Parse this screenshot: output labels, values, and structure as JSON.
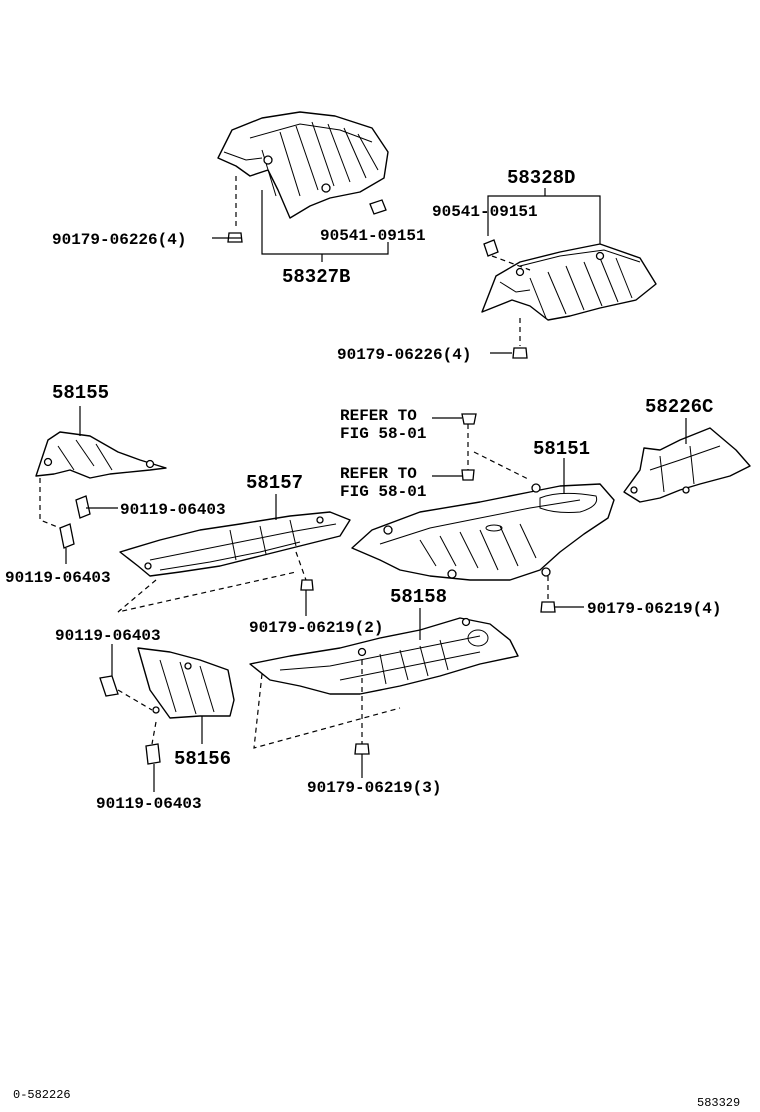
{
  "labels": {
    "p58327b": "58327B",
    "p58328d": "58328D",
    "p58155": "58155",
    "p58157": "58157",
    "p58151": "58151",
    "p58226c": "58226C",
    "p58158": "58158",
    "p58156": "58156",
    "f90179_06226_a": "90179-06226(4)",
    "f90541_09151_a": "90541-09151",
    "f90541_09151_b": "90541-09151",
    "f90179_06226_b": "90179-06226(4)",
    "f90119_06403_a": "90119-06403",
    "f90119_06403_b": "90119-06403",
    "f90119_06403_c": "90119-06403",
    "f90119_06403_d": "90119-06403",
    "f90179_06219_2": "90179-06219(2)",
    "f90179_06219_4": "90179-06219(4)",
    "f90179_06219_3": "90179-06219(3)",
    "refer1_line1": "REFER TO",
    "refer1_line2": "FIG 58-01",
    "refer2_line1": "REFER TO",
    "refer2_line2": "FIG 58-01",
    "footer_left": "0-582226",
    "footer_right": "583329"
  }
}
